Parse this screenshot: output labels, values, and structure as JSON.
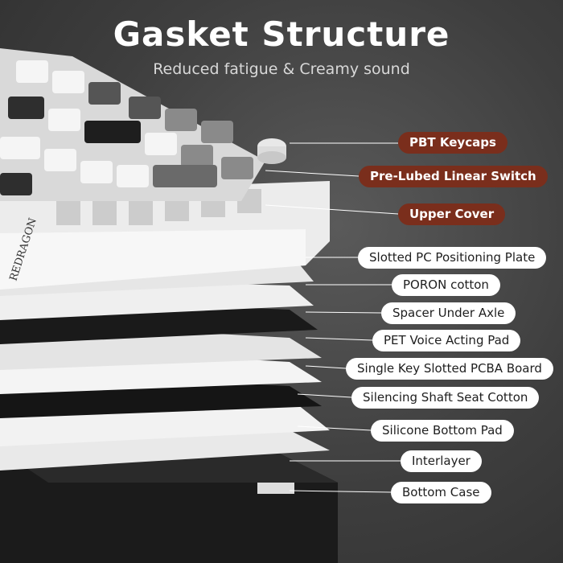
{
  "header": {
    "title": "Gasket Structure",
    "subtitle": "Reduced fatigue & Creamy sound"
  },
  "brand_logo": "REDRAGON",
  "layers": [
    {
      "label": "PBT Keycaps",
      "style": "dark"
    },
    {
      "label": "Pre-Lubed Linear Switch",
      "style": "dark"
    },
    {
      "label": "Upper Cover",
      "style": "dark"
    },
    {
      "label": "Slotted PC Positioning Plate",
      "style": "light"
    },
    {
      "label": "PORON cotton",
      "style": "light"
    },
    {
      "label": "Spacer Under Axle",
      "style": "light"
    },
    {
      "label": "PET Voice Acting Pad",
      "style": "light"
    },
    {
      "label": "Single Key Slotted PCBA Board",
      "style": "light"
    },
    {
      "label": "Silencing Shaft Seat Cotton",
      "style": "light"
    },
    {
      "label": "Silicone Bottom Pad",
      "style": "light"
    },
    {
      "label": "Interlayer",
      "style": "light"
    },
    {
      "label": "Bottom Case",
      "style": "light"
    }
  ],
  "colors": {
    "dark_label_bg": "#7a2e1c",
    "light_label_bg": "#ffffff",
    "background": "#3e3e3e"
  }
}
